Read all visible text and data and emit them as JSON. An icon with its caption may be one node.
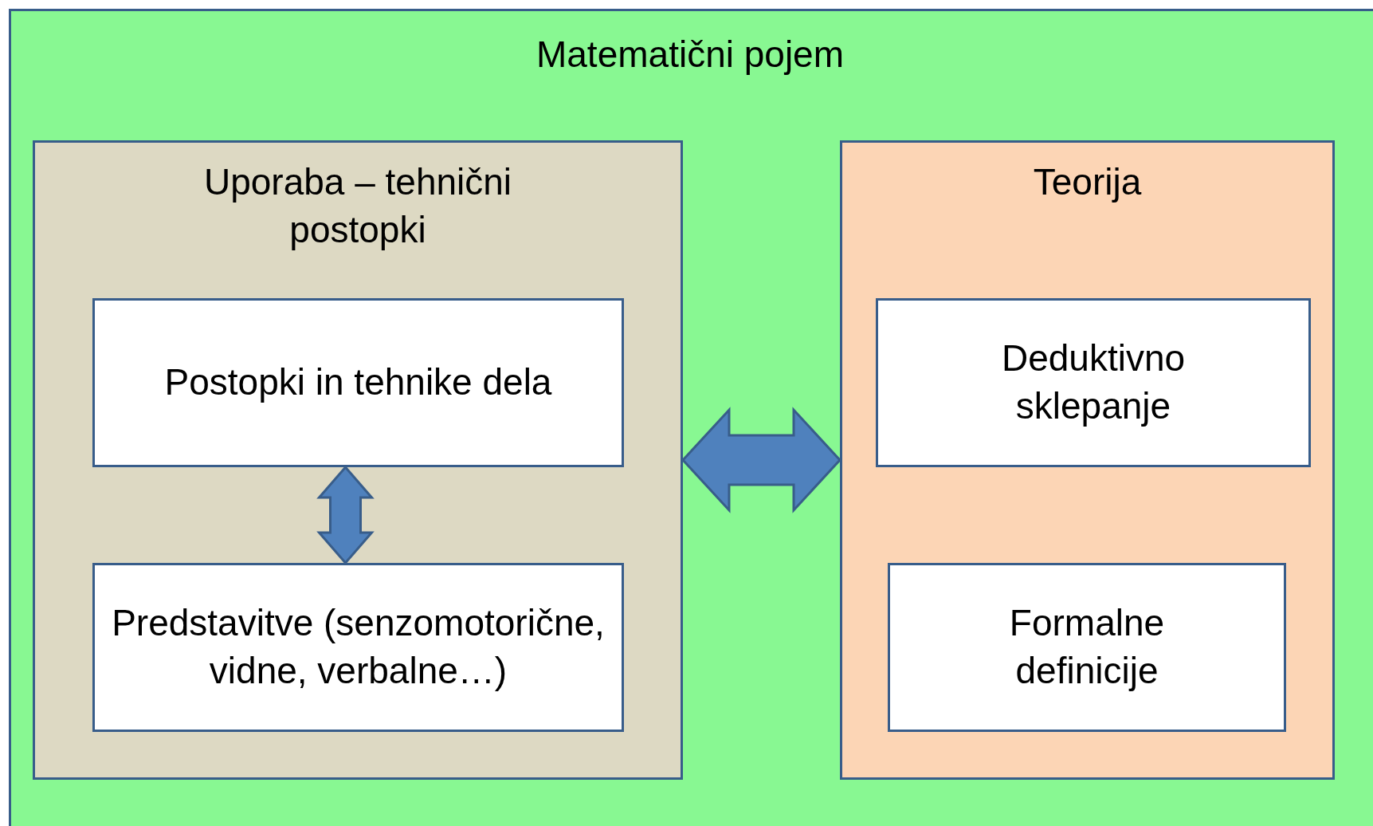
{
  "diagram": {
    "nodes": [
      {
        "text": [
          "Matematični pojem"
        ]
      },
      {
        "text": [
          "Uporaba – tehnični postopki"
        ],
        "in": 0
      },
      {
        "text": [
          "Postopki in tehnike dela"
        ],
        "in": 1
      },
      {
        "text": [
          "Predstavitve (senzomotorične, vidne, verbalne…)"
        ],
        "in": 1
      },
      {
        "text": [
          "Teorija"
        ],
        "in": 0
      },
      {
        "text": [
          "Deduktivno sklepanje"
        ],
        "in": 4
      },
      {
        "text": [
          "Formalne definicije"
        ],
        "in": 4
      }
    ],
    "edges": [
      {
        "from": 2,
        "to": 3,
        "arrow": "both"
      },
      {
        "from": 1,
        "to": 4,
        "arrow": "both"
      }
    ]
  }
}
